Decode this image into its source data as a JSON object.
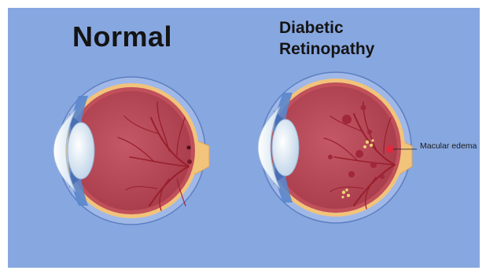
{
  "labels": {
    "normal": "Normal",
    "dr_line1": "Diabetic",
    "dr_line2": "Retinopathy",
    "macular_edema": "Macular edema"
  },
  "colors": {
    "background": "#87a7e0",
    "sclera": "#f2c37b",
    "choroid": "#c0505a",
    "vitreous": "#b0414f",
    "vessels": "#9a1f2c",
    "lens": "#e8f2fa",
    "hemorrhage": "#a0283a",
    "exudate": "#f0d478"
  }
}
